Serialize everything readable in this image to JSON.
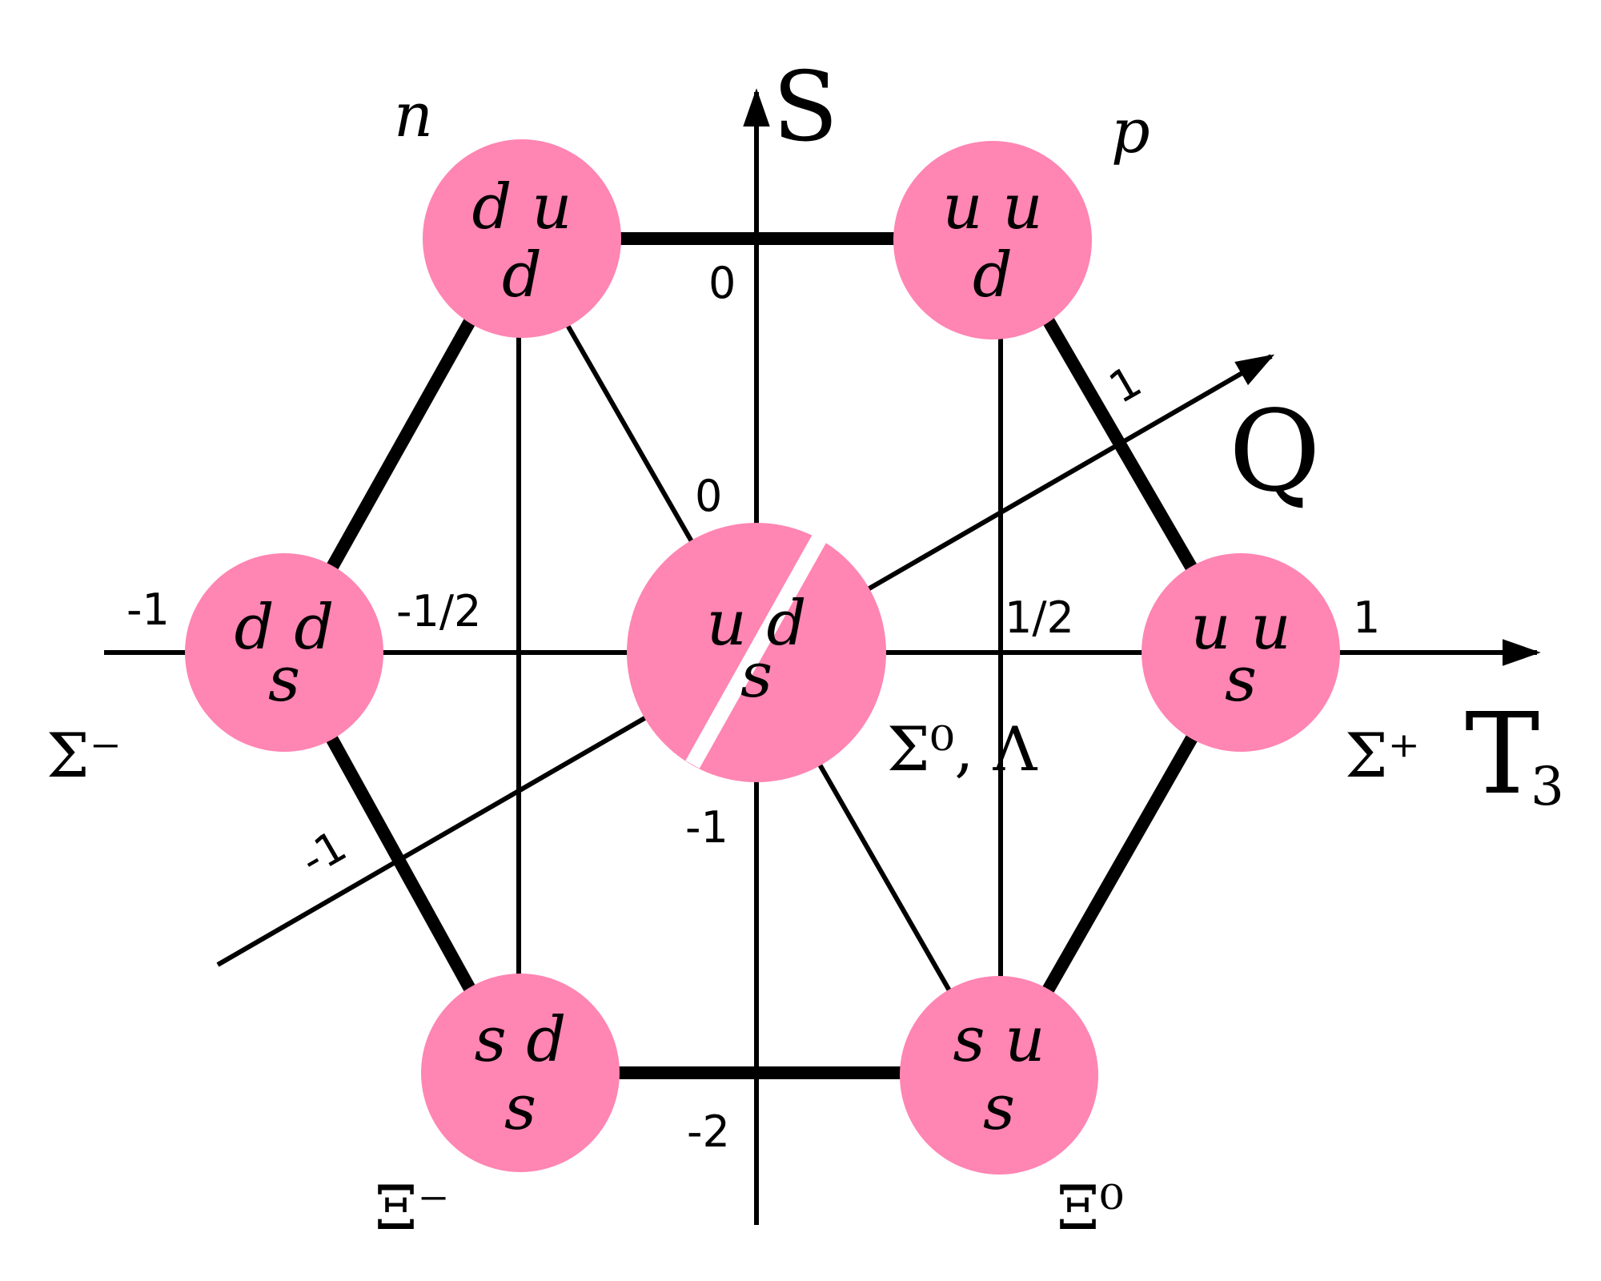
{
  "colors": {
    "node_fill": "#ff85b3",
    "line": "#000000",
    "background": "#ffffff"
  },
  "axes": {
    "s_label": "S",
    "t3_label": "T",
    "t3_subscript": "3",
    "q_label": "Q"
  },
  "tick_labels": {
    "t3_minus_1": "-1",
    "t3_minus_half": "-1/2",
    "t3_half": "1/2",
    "t3_plus_1": "1",
    "s_zero_top": "0",
    "s_zero_mid": "0",
    "s_minus_1": "-1",
    "s_minus_2": "-2",
    "q_plus_1": "1",
    "q_minus_1": "-1"
  },
  "particles": {
    "n": "n",
    "p": "p",
    "sigma_minus": "Σ⁻",
    "sigma_zero_lambda": "Σ⁰, Λ",
    "sigma_plus": "Σ⁺",
    "xi_minus": "Ξ⁻",
    "xi_zero": "Ξ⁰"
  },
  "nodes": {
    "n": {
      "top": "d u",
      "bottom": "d"
    },
    "p": {
      "top": "u u",
      "bottom": "d"
    },
    "sigma_minus": {
      "top": "d d",
      "bottom": "s"
    },
    "center": {
      "top": "u d",
      "bottom": "s"
    },
    "sigma_plus": {
      "top": "u u",
      "bottom": "s"
    },
    "xi_minus": {
      "top": "s d",
      "bottom": "s"
    },
    "xi_zero": {
      "top": "s u",
      "bottom": "s"
    }
  }
}
